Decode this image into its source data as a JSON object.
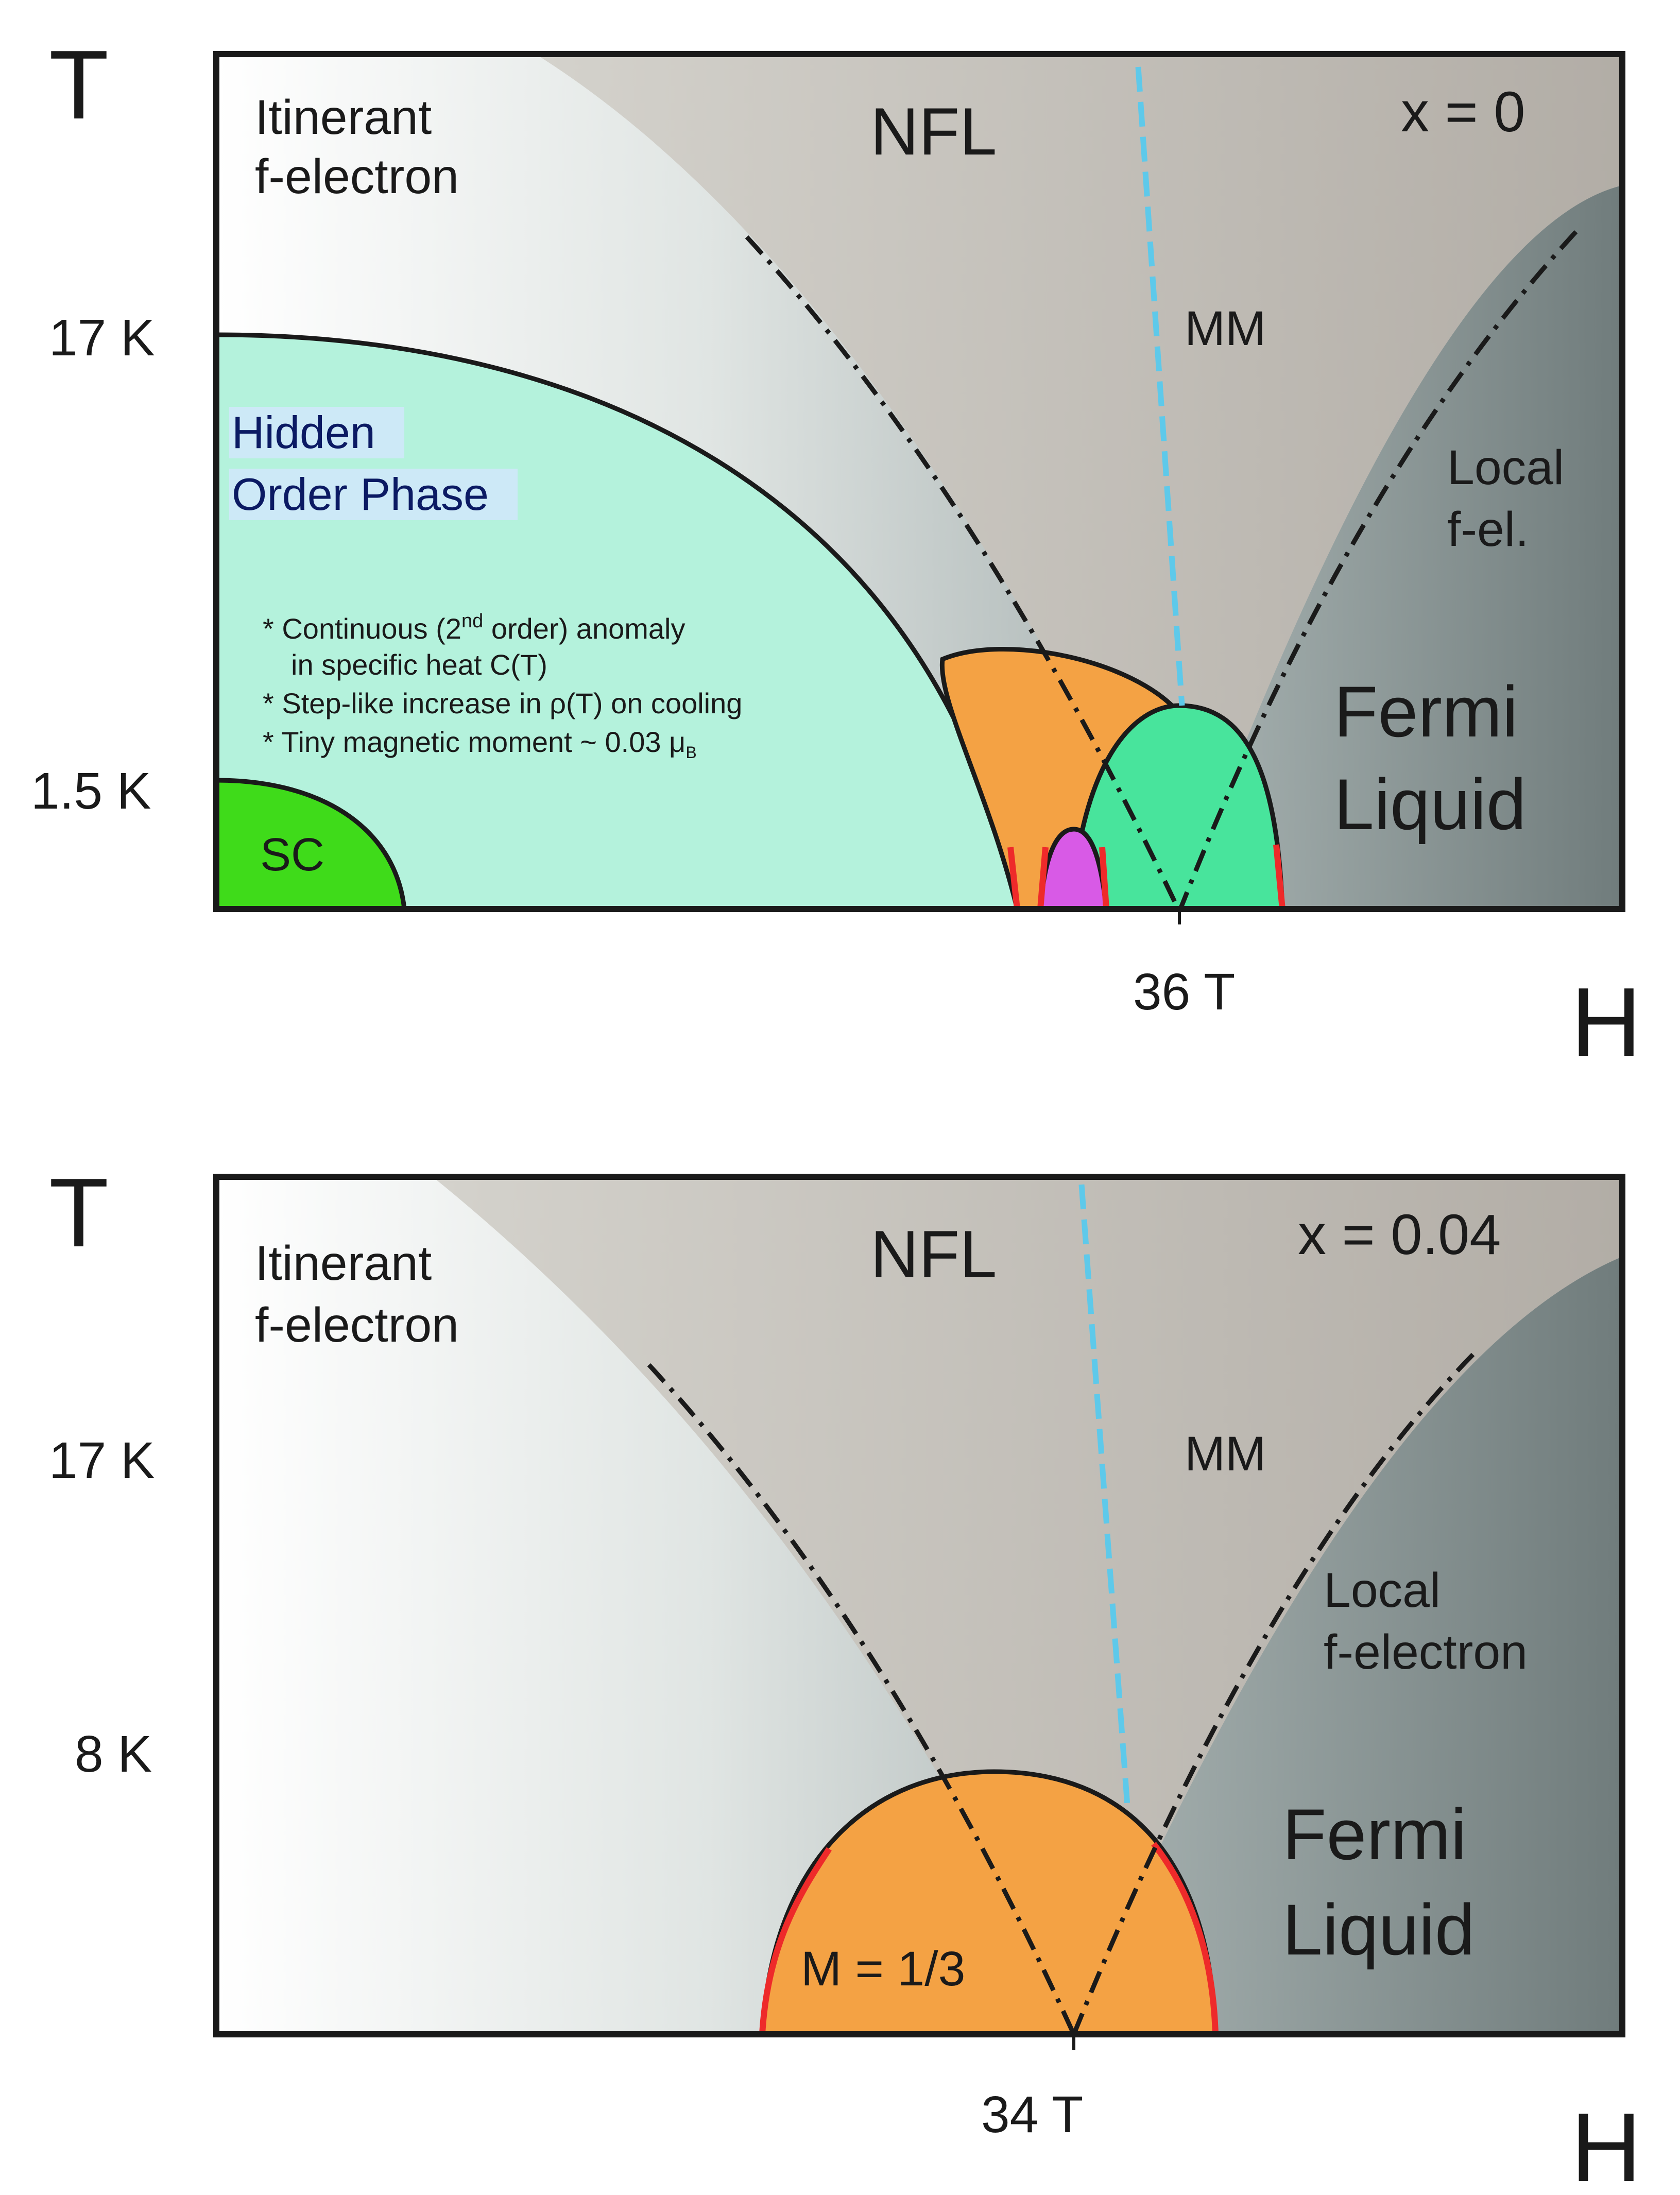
{
  "colors": {
    "hidden_order": "#b4f2dc",
    "sc": "#3fdb1a",
    "orange": "#f4a244",
    "green_dome": "#48e49c",
    "magenta": "#d85ae6",
    "red_edge": "#ee2a2a",
    "mm_line": "#5ec9ea",
    "nfl": "#ccc8c2",
    "local": "#7e8a8a",
    "frame": "#1a1a1a"
  },
  "top": {
    "t_axis_label": "T",
    "h_axis_label": "H",
    "tick_17k": "17 K",
    "tick_1_5k": "1.5 K",
    "field_tick": "36 T",
    "doping": "x = 0",
    "nfl": "NFL",
    "itinerant_1": "Itinerant",
    "itinerant_2": "f-electron",
    "mm": "MM",
    "local_1": "Local",
    "local_2": "f-el.",
    "fermi_1": "Fermi",
    "fermi_2": "Liquid",
    "hidden_1": "Hidden",
    "hidden_2": "Order Phase",
    "bullets": [
      "* Continuous (2",
      "nd",
      " order) anomaly",
      "in specific heat C(T)",
      "* Step-like increase in ρ(T) on cooling",
      "* Tiny magnetic moment ~ 0.03 μ",
      "B"
    ],
    "sc": "SC"
  },
  "bottom": {
    "t_axis_label": "T",
    "h_axis_label": "H",
    "tick_17k": "17 K",
    "tick_8k": "8 K",
    "field_tick": "34 T",
    "doping": "x = 0.04",
    "nfl": "NFL",
    "itinerant_1": "Itinerant",
    "itinerant_2": "f-electron",
    "mm": "MM",
    "local_1": "Local",
    "local_2": "f-electron",
    "fermi_1": "Fermi",
    "fermi_2": "Liquid",
    "m_third": "M = 1/3"
  }
}
